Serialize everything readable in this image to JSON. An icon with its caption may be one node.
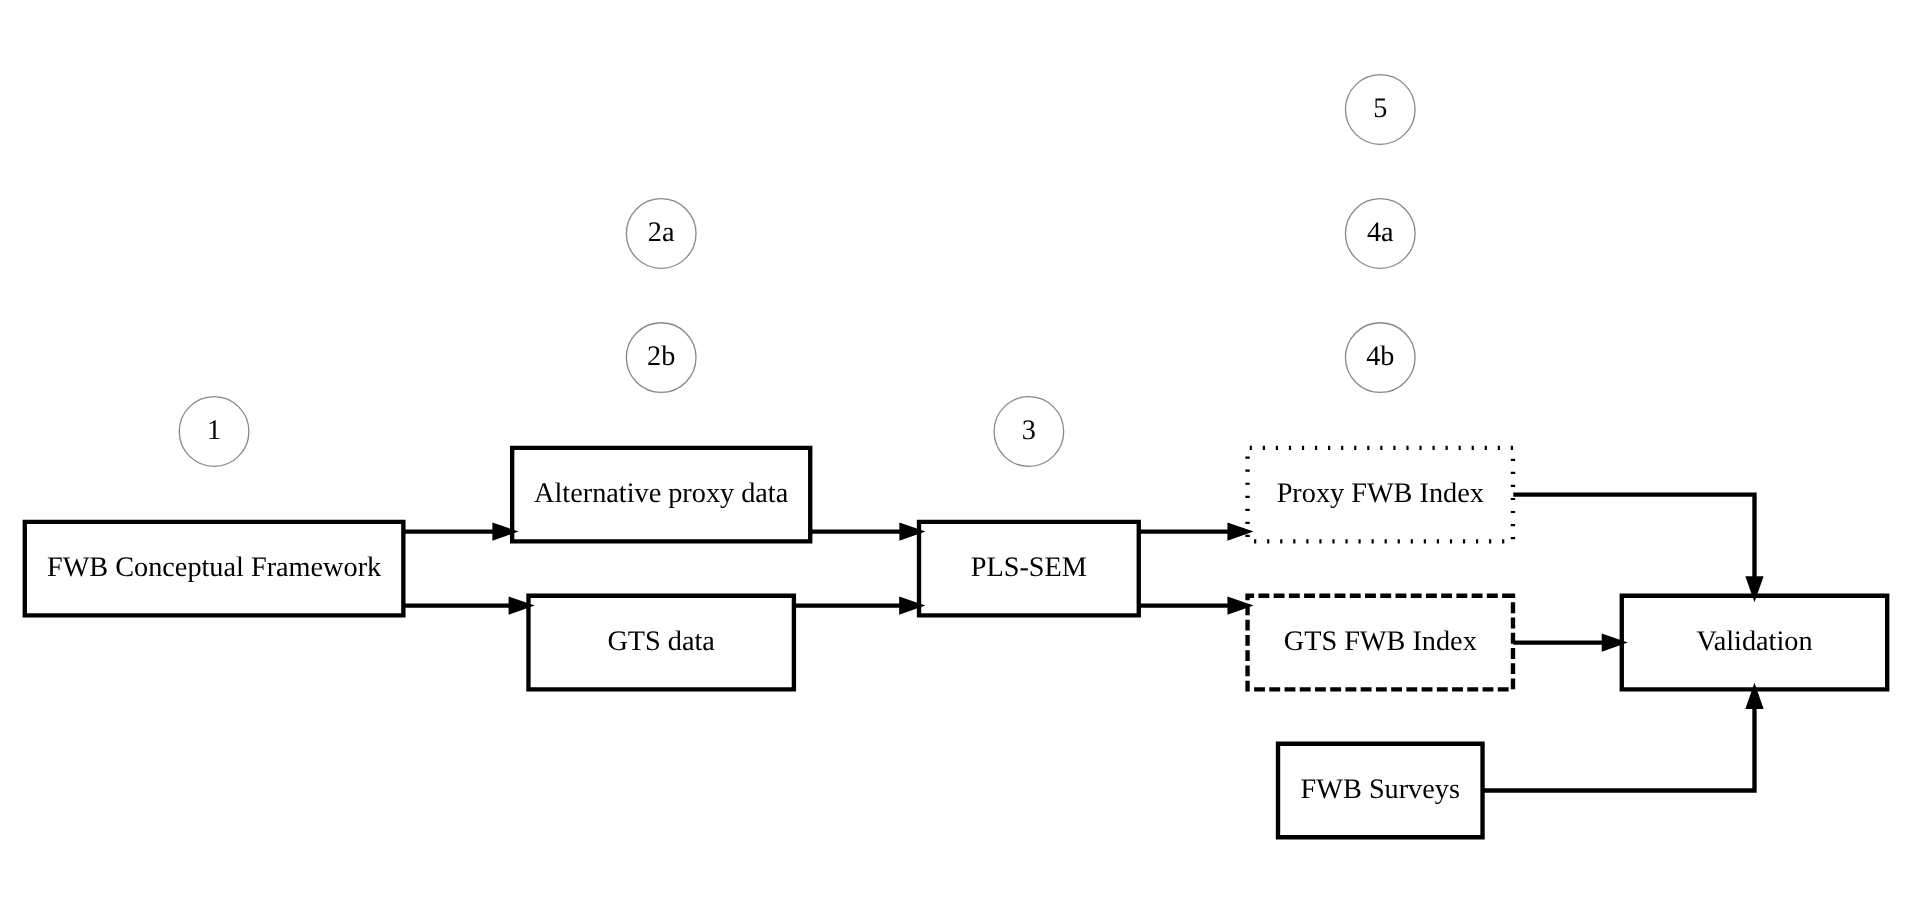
{
  "diagram": {
    "nodes": [
      {
        "text": [
          "FWB Conceptual Framework"
        ]
      },
      {
        "text": [
          "Alternative proxy data"
        ]
      },
      {
        "text": [
          "GTS data"
        ]
      },
      {
        "text": [
          "PLS-SEM"
        ]
      },
      {
        "text": [
          "Proxy FWB Index"
        ]
      },
      {
        "text": [
          "GTS FWB Index"
        ]
      },
      {
        "text": [
          "FWB Surveys"
        ]
      },
      {
        "text": [
          "Validation"
        ]
      },
      {
        "text": [
          "1"
        ]
      },
      {
        "text": [
          "2b"
        ]
      },
      {
        "text": [
          "2a"
        ]
      },
      {
        "text": [
          "3"
        ]
      },
      {
        "text": [
          "4b"
        ]
      },
      {
        "text": [
          "4a"
        ]
      },
      {
        "text": [
          "5"
        ]
      }
    ],
    "edges": [
      {
        "from": 0,
        "to": 1,
        "arrow": "to"
      },
      {
        "from": 0,
        "to": 2,
        "arrow": "to"
      },
      {
        "from": 1,
        "to": 3,
        "arrow": "to"
      },
      {
        "from": 2,
        "to": 3,
        "arrow": "to"
      },
      {
        "from": 3,
        "to": 4,
        "arrow": "to"
      },
      {
        "from": 3,
        "to": 5,
        "arrow": "to"
      },
      {
        "from": 4,
        "to": 7,
        "arrow": "to"
      },
      {
        "from": 6,
        "to": 7,
        "arrow": "to"
      },
      {
        "from": 5,
        "to": 7,
        "arrow": "to"
      }
    ]
  }
}
